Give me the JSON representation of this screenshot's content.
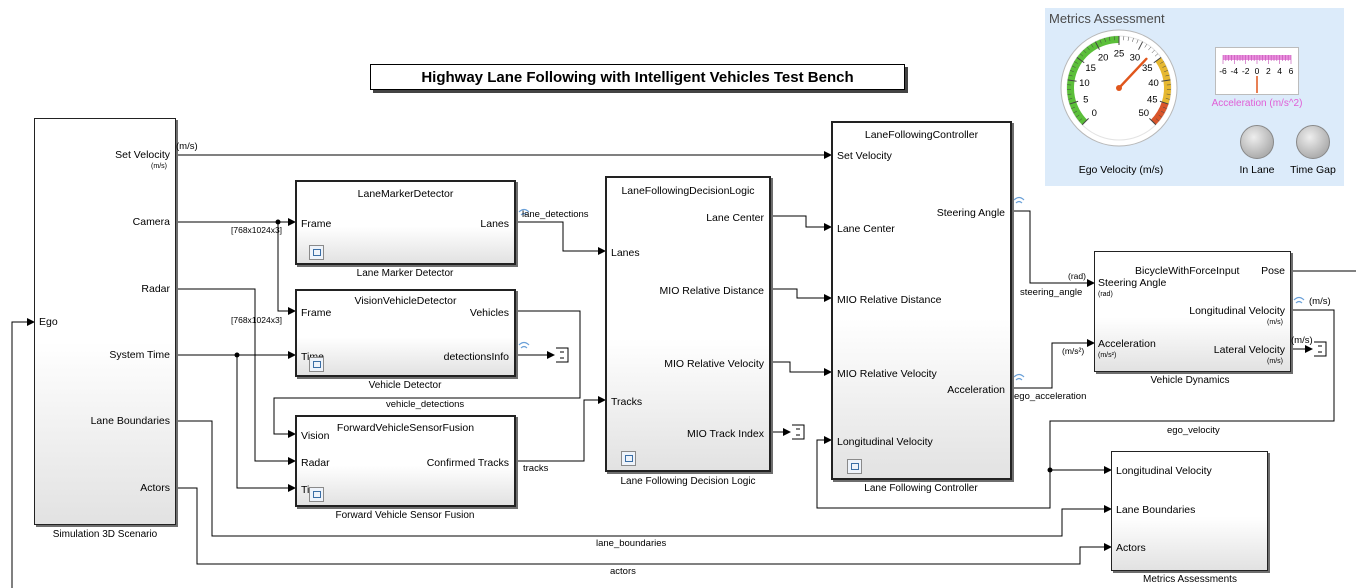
{
  "title": "Highway Lane Following with Intelligent Vehicles Test Bench",
  "blocks": {
    "scenario": {
      "name": "Simulation 3D Scenario",
      "ports": {
        "set_velocity": "Set Velocity",
        "set_velocity_unit": "(m/s)",
        "camera": "Camera",
        "radar": "Radar",
        "system_time": "System Time",
        "lane_boundaries": "Lane Boundaries",
        "actors": "Actors",
        "ego": "Ego"
      }
    },
    "lane_marker": {
      "header": "LaneMarkerDetector",
      "name": "Lane Marker Detector",
      "ports": {
        "frame": "Frame",
        "lanes": "Lanes"
      }
    },
    "vision": {
      "header": "VisionVehicleDetector",
      "name": "Vehicle Detector",
      "ports": {
        "frame": "Frame",
        "time": "Time",
        "vehicles": "Vehicles",
        "detections_info": "detectionsInfo"
      }
    },
    "fusion": {
      "header": "ForwardVehicleSensorFusion",
      "name": "Forward Vehicle Sensor Fusion",
      "ports": {
        "vision": "Vision",
        "radar": "Radar",
        "time": "Time",
        "confirmed_tracks": "Confirmed Tracks"
      }
    },
    "decision": {
      "header": "LaneFollowingDecisionLogic",
      "name": "Lane Following Decision Logic",
      "ports": {
        "lanes": "Lanes",
        "tracks": "Tracks",
        "lane_center": "Lane Center",
        "mio_rel_dist": "MIO Relative Distance",
        "mio_rel_vel": "MIO Relative Velocity",
        "mio_track_index": "MIO Track Index"
      }
    },
    "controller": {
      "header": "LaneFollowingController",
      "name": "Lane Following Controller",
      "ports": {
        "set_velocity": "Set Velocity",
        "lane_center": "Lane Center",
        "mio_rel_dist": "MIO Relative Distance",
        "mio_rel_vel": "MIO Relative Velocity",
        "long_vel": "Longitudinal Velocity",
        "steering_angle": "Steering Angle",
        "acceleration": "Acceleration"
      }
    },
    "dynamics": {
      "header": "BicycleWithForceInput",
      "name": "Vehicle Dynamics",
      "ports": {
        "steering_angle": "Steering Angle",
        "steering_unit": "(rad)",
        "acceleration": "Acceleration",
        "acceleration_unit": "(m/s²)",
        "pose": "Pose",
        "long_vel": "Longitudinal Velocity",
        "long_vel_unit": "(m/s)",
        "lat_vel": "Lateral Velocity",
        "lat_vel_unit": "(m/s)"
      }
    },
    "metrics": {
      "name": "Metrics Assessments",
      "ports": {
        "long_vel": "Longitudinal Velocity",
        "lane_boundaries": "Lane Boundaries",
        "actors": "Actors"
      }
    }
  },
  "wire_labels": {
    "set_velocity": "(m/s)",
    "camera_size_1": "[768x1024x3]",
    "camera_size_2": "[768x1024x3]",
    "lane_detections": "lane_detections",
    "vehicle_detections": "vehicle_detections",
    "tracks": "tracks",
    "steering_angle": "steering_angle",
    "steering_unit": "(rad)",
    "ego_acceleration": "ego_acceleration",
    "accel_unit": "(m/s²)",
    "ego_velocity": "ego_velocity",
    "long_vel_unit": "(m/s)",
    "lat_vel_unit": "(m/s)",
    "lane_boundaries": "lane_boundaries",
    "actors": "actors"
  },
  "dashboard": {
    "title": "Metrics Assessment",
    "gauge": {
      "label": "Ego Velocity (m/s)",
      "ticks": [
        "0",
        "5",
        "10",
        "15",
        "20",
        "25",
        "30",
        "35",
        "40",
        "45",
        "50"
      ],
      "min": 0,
      "max": 50,
      "value": 33
    },
    "linear_gauge": {
      "label": "Acceleration (m/s^2)",
      "ticks": [
        "-6",
        "-4",
        "-2",
        "0",
        "2",
        "4",
        "6"
      ],
      "min": -6,
      "max": 6,
      "value": 0
    },
    "lamps": [
      {
        "label": "In Lane"
      },
      {
        "label": "Time Gap"
      }
    ],
    "colors": {
      "panel": "#dcebfa",
      "green_zone": "#5bbf3a",
      "amber_zone": "#e6b830",
      "red_zone": "#d9552b",
      "needle": "#e0561c",
      "accent": "#e05dd6"
    }
  }
}
